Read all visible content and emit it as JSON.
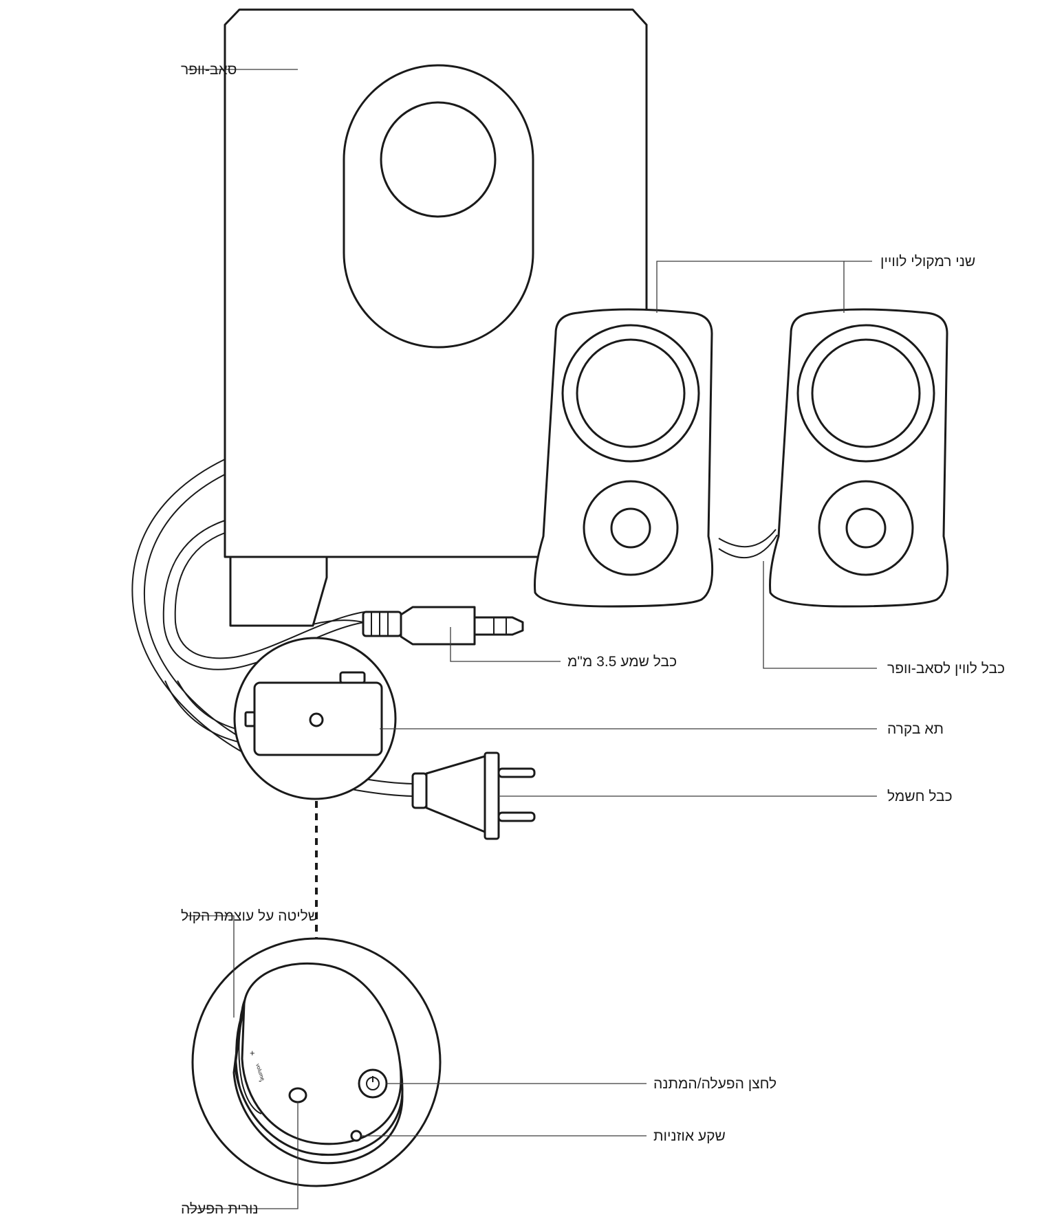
{
  "labels": {
    "subwoofer": "סאב-וופר",
    "satellites": "שני רמקולי לוויין",
    "satellite_cable": "כבל לווין לסאב-וופר",
    "audio_cable": "כבל שמע 3.5 מ\"מ",
    "control_pod": "תא בקרה",
    "power_cable": "כבל חשמל",
    "volume_control": "שליטה על עוצמת הקול",
    "power_button": "לחצן הפעלה/המתנה",
    "headphone_jack": "שקע אוזניות",
    "power_led": "נורית הפעלה"
  },
  "pod_markings": {
    "plus": "+",
    "minus": "-",
    "volume": "volume"
  },
  "colors": {
    "line": "#1a1a1a",
    "background": "#ffffff"
  }
}
